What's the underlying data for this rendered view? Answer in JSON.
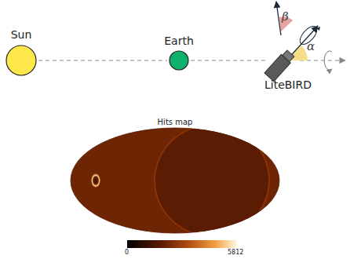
{
  "diagram": {
    "nodes": [
      {
        "text": [
          "Sun"
        ]
      },
      {
        "text": [
          "Earth"
        ]
      },
      {
        "text": [
          "LiteBIRD"
        ]
      },
      {
        "text": [
          "Hits map"
        ]
      }
    ],
    "edges": [
      {
        "from": 0,
        "to": 1,
        "arrow": "none"
      },
      {
        "from": 1,
        "to": 2,
        "arrow": "none"
      }
    ],
    "labels": [
      "β",
      "α",
      "0",
      "5812"
    ]
  }
}
